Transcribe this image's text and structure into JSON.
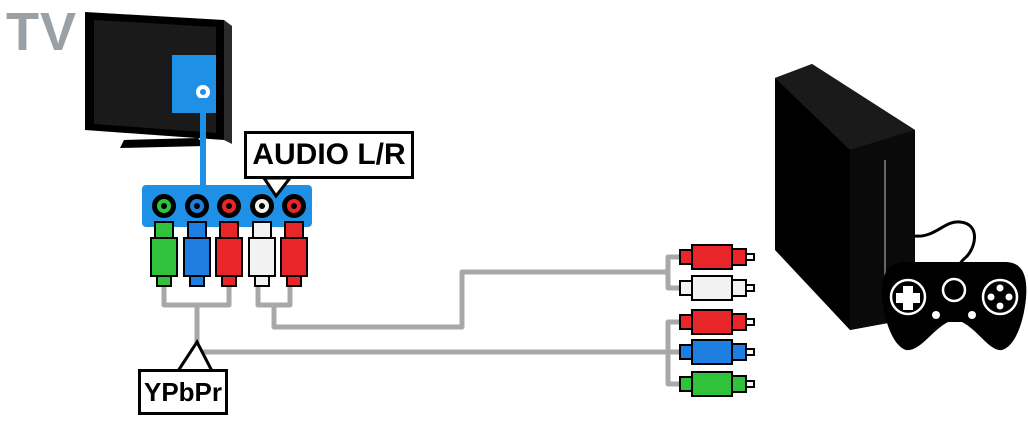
{
  "labels": {
    "tv": "TV",
    "audio": "AUDIO L/R",
    "video": "YPbPr"
  },
  "colors": {
    "panel_blue": "#1e90e6",
    "cable_gray": "#a8a8a8",
    "green": "#2fc23a",
    "blue": "#1e7fe0",
    "red": "#e8262a",
    "white": "#f2f2f2",
    "label_gray": "#9aa1a6"
  },
  "icons": [
    "tv-icon",
    "game-console-icon",
    "gamepad-icon"
  ]
}
